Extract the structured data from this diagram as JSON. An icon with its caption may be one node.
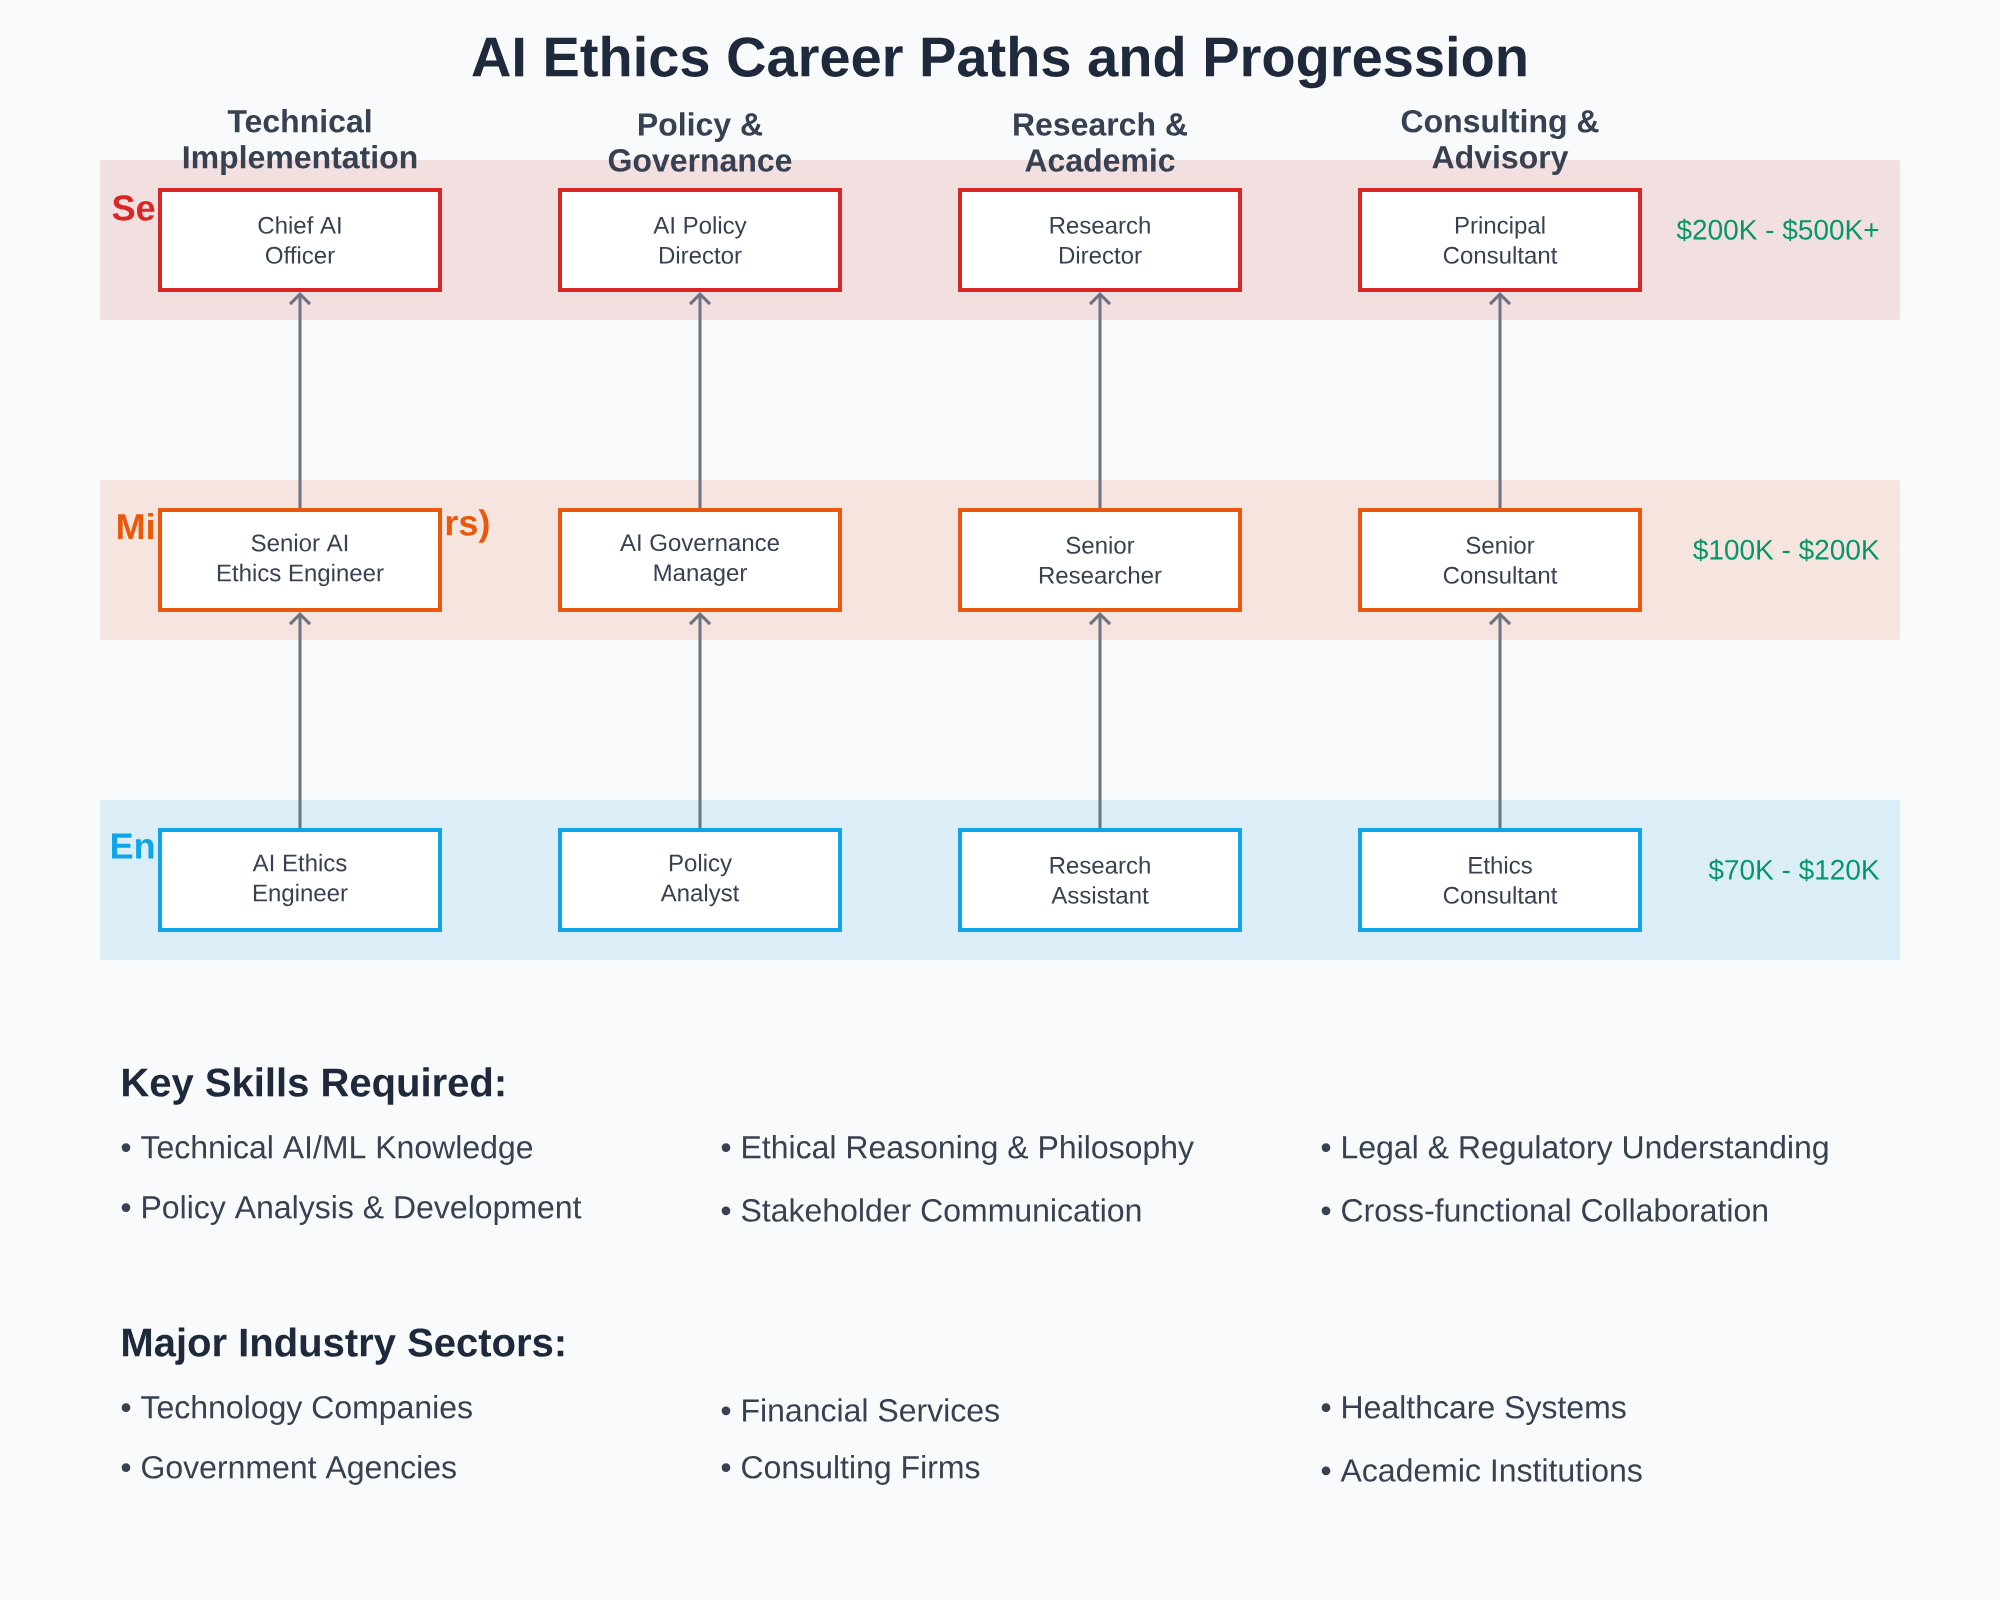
{
  "diagram": {
    "title": "AI Ethics Career Paths and Progression",
    "nodes": [
      {
        "text": [
          "Se",
          "$200K - $500K+"
        ]
      },
      {
        "text": [
          "Chief AI Officer"
        ],
        "in": 0
      },
      {
        "text": [
          "AI Policy Director"
        ],
        "in": 0
      },
      {
        "text": [
          "Research Director"
        ],
        "in": 0
      },
      {
        "text": [
          "Principal Consultant"
        ],
        "in": 0
      },
      {
        "text": [
          "Mi",
          "rs)",
          "$100K - $200K"
        ]
      },
      {
        "text": [
          "Senior AI Ethics Engineer"
        ],
        "in": 5
      },
      {
        "text": [
          "AI Governance Manager"
        ],
        "in": 5
      },
      {
        "text": [
          "Senior Researcher"
        ],
        "in": 5
      },
      {
        "text": [
          "Senior Consultant"
        ],
        "in": 5
      },
      {
        "text": [
          "En",
          "$70K - $120K"
        ]
      },
      {
        "text": [
          "AI Ethics Engineer"
        ],
        "in": 10
      },
      {
        "text": [
          "Policy Analyst"
        ],
        "in": 10
      },
      {
        "text": [
          "Research Assistant"
        ],
        "in": 10
      },
      {
        "text": [
          "Ethics Consultant"
        ],
        "in": 10
      }
    ],
    "edges": [
      {
        "from": 11,
        "to": 6,
        "arrow": "to"
      },
      {
        "from": 6,
        "to": 1,
        "arrow": "to"
      },
      {
        "from": 12,
        "to": 7,
        "arrow": "to"
      },
      {
        "from": 7,
        "to": 2,
        "arrow": "to"
      },
      {
        "from": 13,
        "to": 8,
        "arrow": "to"
      },
      {
        "from": 8,
        "to": 3,
        "arrow": "to"
      },
      {
        "from": 14,
        "to": 9,
        "arrow": "to"
      },
      {
        "from": 9,
        "to": 4,
        "arrow": "to"
      }
    ],
    "labels": [
      "Technical Implementation",
      "Policy & Governance",
      "Research & Academic",
      "Consulting & Advisory",
      "Key Skills Required:",
      "• Technical AI/ML Knowledge",
      "• Ethical Reasoning & Philosophy",
      "• Legal & Regulatory Understanding",
      "• Policy Analysis & Development",
      "• Stakeholder Communication",
      "• Cross-functional Collaboration",
      "Major Industry Sectors:",
      "• Technology Companies",
      "• Financial Services",
      "• Healthcare Systems",
      "• Government Agencies",
      "• Consulting Firms",
      "• Academic Institutions"
    ]
  }
}
